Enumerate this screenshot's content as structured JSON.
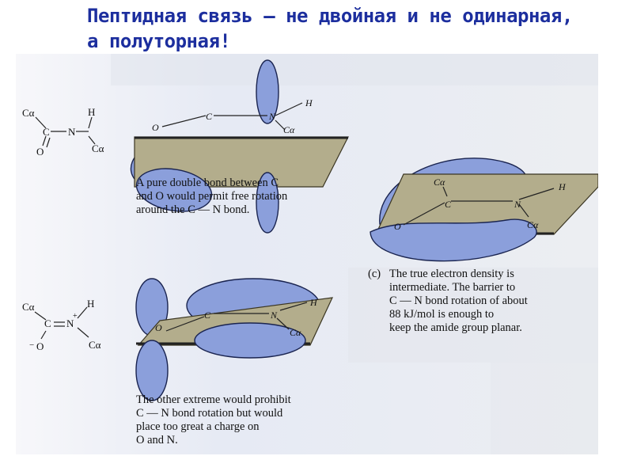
{
  "title": {
    "line1": "Пептидная связь – не двойная и не одинарная,",
    "line2": "а полуторная!"
  },
  "captions": {
    "top": "A pure double bond between C\nand O would permit free rotation\naround the C — N bond.",
    "bottom": "The other extreme would prohibit\nC — N bond rotation but would\nplace too great a charge on\nO and N.",
    "right_letter": "(c)",
    "right": "The true electron density is\nintermediate.  The barrier to\nC — N bond rotation of about\n88 kJ/mol is enough to\nkeep the amide group planar."
  },
  "structures": {
    "top": {
      "ca1": "Cα",
      "c": "C",
      "n": "N",
      "h": "H",
      "ca2": "Cα",
      "o": "O"
    },
    "bottom": {
      "ca1": "Cα",
      "c": "C",
      "n": "N",
      "plus": "+",
      "h": "H",
      "ca2": "Cα",
      "o": "O",
      "minus": "−"
    }
  },
  "plane_labels": {
    "top": {
      "c": "C",
      "n": "N",
      "o": "O",
      "h": "H",
      "ca": "Cα"
    },
    "right": {
      "ca_top": "Cα",
      "c": "C",
      "n": "N",
      "o": "O",
      "h": "H",
      "ca": "Cα"
    },
    "bottom": {
      "c": "C",
      "n": "N",
      "o": "O",
      "h": "H",
      "ca": "Cα"
    }
  },
  "colors": {
    "title": "#1c2e9e",
    "orbital": "#8b9fdb",
    "plane": "#b3ad8c",
    "paper": "#eef0f5"
  }
}
